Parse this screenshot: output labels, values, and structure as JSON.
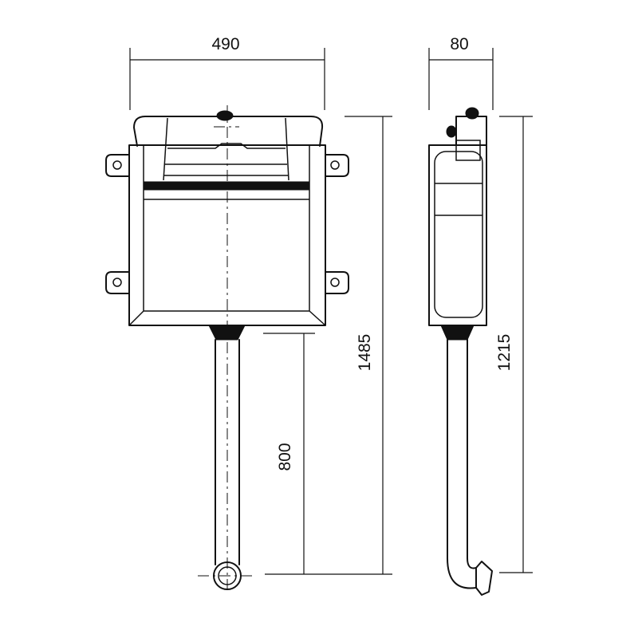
{
  "dimensions": {
    "width": "490",
    "depth": "80",
    "front_height": "1485",
    "pipe_length": "800",
    "side_height": "1215"
  },
  "colors": {
    "line": "#111111",
    "background": "#ffffff"
  }
}
